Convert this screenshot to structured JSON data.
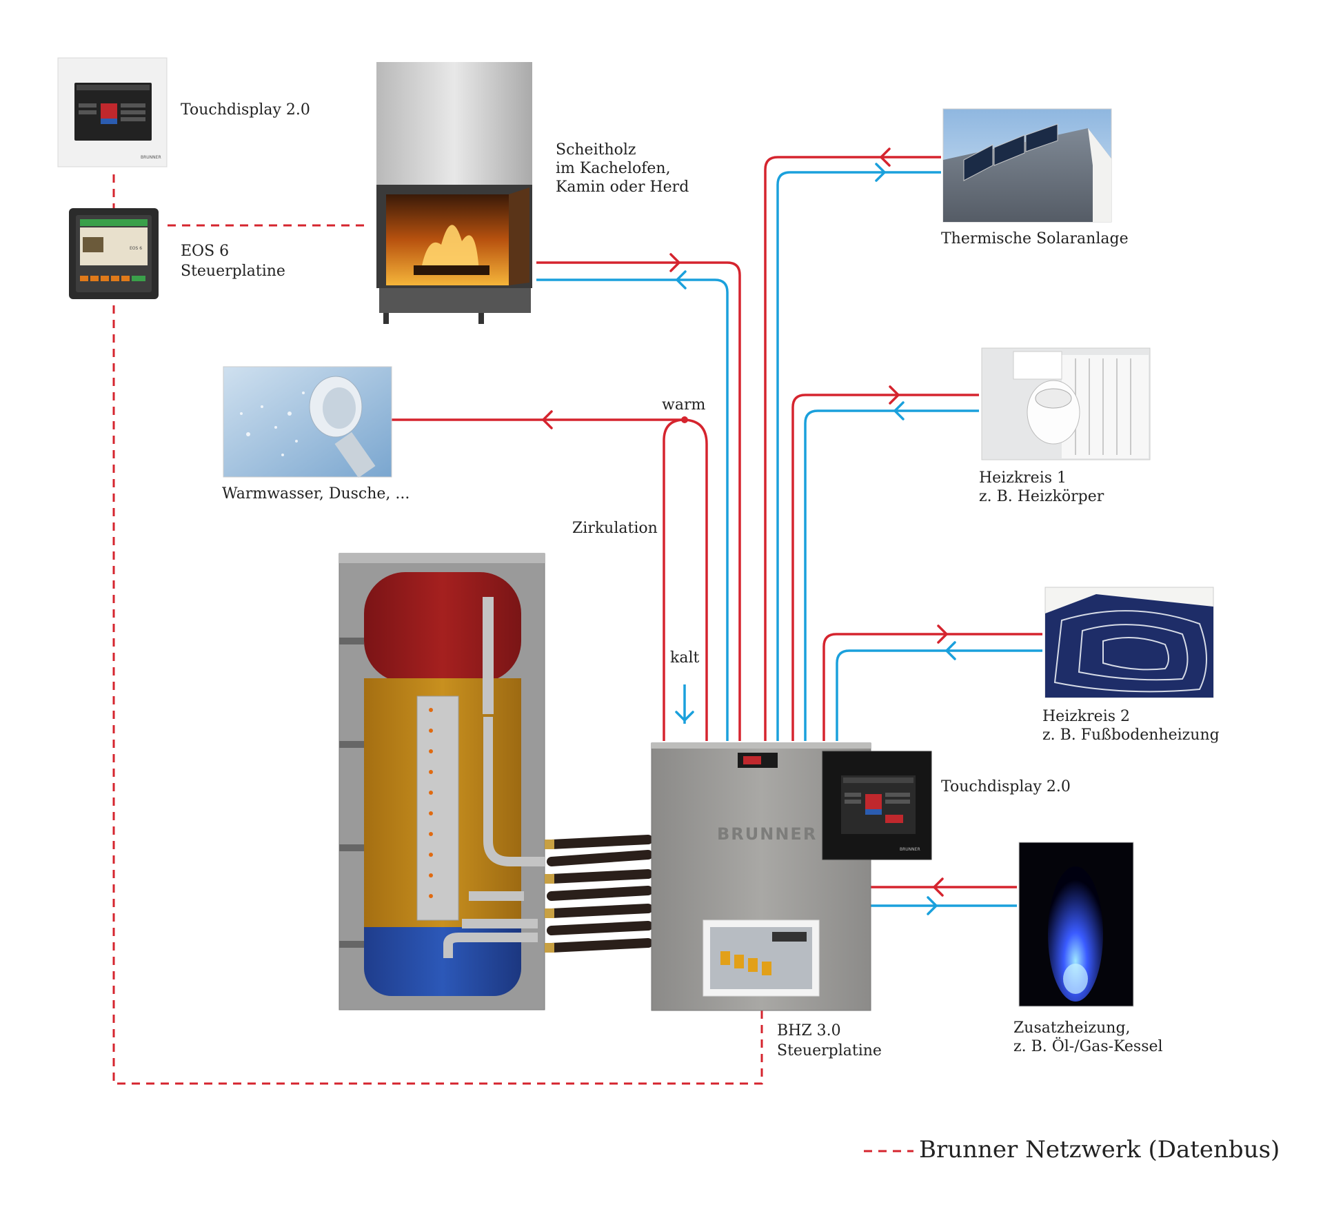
{
  "labels": {
    "touchdisplay_top": "Touchdisplay 2.0",
    "eos6_line1": "EOS 6",
    "eos6_line2": "Steuerplatine",
    "scheitholz_line1": "Scheitholz",
    "scheitholz_line2": "im Kachelofen,",
    "scheitholz_line3": "Kamin oder Herd",
    "solar": "Thermische Solaranlage",
    "heizkreis1_line1": "Heizkreis 1",
    "heizkreis1_line2": "z. B. Heizkörper",
    "warmwasser": "Warmwasser, Dusche, ...",
    "warm": "warm",
    "zirkulation": "Zirkulation",
    "kalt": "kalt",
    "heizkreis2_line1": "Heizkreis 2",
    "heizkreis2_line2": "z. B. Fußbodenheizung",
    "touchdisplay_right": "Touchdisplay 2.0",
    "bhz_line1": "BHZ 3.0",
    "bhz_line2": "Steuerplatine",
    "zusatz_line1": "Zusatzheizung,",
    "zusatz_line2": "z. B. Öl-/Gas-Kessel",
    "legend": "Brunner Netzwerk (Datenbus)"
  },
  "device_text": {
    "brunner_logo": "BRUNNER",
    "brunner_small": "BRUNNER",
    "eos6_chip": "EOS 6"
  },
  "colors": {
    "hot_pipe": "#d5242e",
    "cold_pipe": "#1aa0dc",
    "databus": "#d5242e"
  }
}
